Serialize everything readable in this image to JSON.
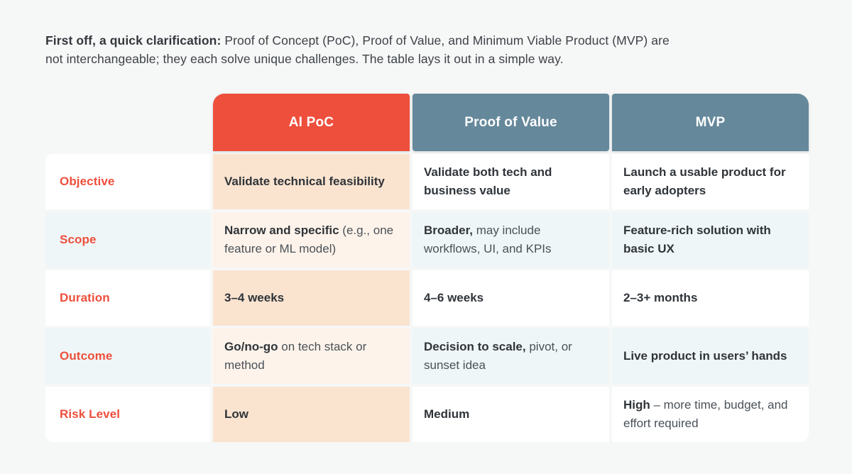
{
  "intro": {
    "lead": "First off, a quick clarification:",
    "text": " Proof of Concept (PoC), Proof of Value, and Minimum Viable Product (MVP) are not interchangeable; they each solve unique challenges. The table lays it out in a simple way."
  },
  "colors": {
    "accent_orange": "#ee4f3c",
    "header_blue": "#65889b",
    "peach_strong": "#fae4d0",
    "peach_light": "#fef3ea",
    "blue_tint": "#eff6f7",
    "page_background": "#f6f7f7",
    "body_text": "#4a5158",
    "bold_text": "#2f3439"
  },
  "table": {
    "headers": [
      "AI PoC",
      "Proof of Value",
      "MVP"
    ],
    "rows": [
      {
        "label": "Objective",
        "cells": [
          [
            {
              "t": "Validate technical feasibility",
              "b": true
            }
          ],
          [
            {
              "t": "Validate both tech and business value",
              "b": true
            }
          ],
          [
            {
              "t": "Launch a usable product for early adopters",
              "b": true
            }
          ]
        ]
      },
      {
        "label": "Scope",
        "cells": [
          [
            {
              "t": "Narrow and specific",
              "b": true
            },
            {
              "t": " (e.g., one feature or ML model)"
            }
          ],
          [
            {
              "t": "Broader,",
              "b": true
            },
            {
              "t": " may include workflows, UI, and KPIs"
            }
          ],
          [
            {
              "t": "Feature-rich solution with basic UX",
              "b": true
            }
          ]
        ]
      },
      {
        "label": "Duration",
        "cells": [
          [
            {
              "t": "3–4 weeks",
              "b": true
            }
          ],
          [
            {
              "t": "4–6 weeks",
              "b": true
            }
          ],
          [
            {
              "t": "2–3+ months",
              "b": true
            }
          ]
        ]
      },
      {
        "label": "Outcome",
        "cells": [
          [
            {
              "t": "Go/no-go",
              "b": true
            },
            {
              "t": " on tech stack or method"
            }
          ],
          [
            {
              "t": "Decision to scale,",
              "b": true
            },
            {
              "t": " pivot, or sunset idea"
            }
          ],
          [
            {
              "t": "Live product in users’ hands",
              "b": true
            }
          ]
        ]
      },
      {
        "label": "Risk Level",
        "cells": [
          [
            {
              "t": "Low",
              "b": true
            }
          ],
          [
            {
              "t": "Medium",
              "b": true
            }
          ],
          [
            {
              "t": "High",
              "b": true
            },
            {
              "t": " – more time, budget, and effort required"
            }
          ]
        ]
      }
    ]
  }
}
